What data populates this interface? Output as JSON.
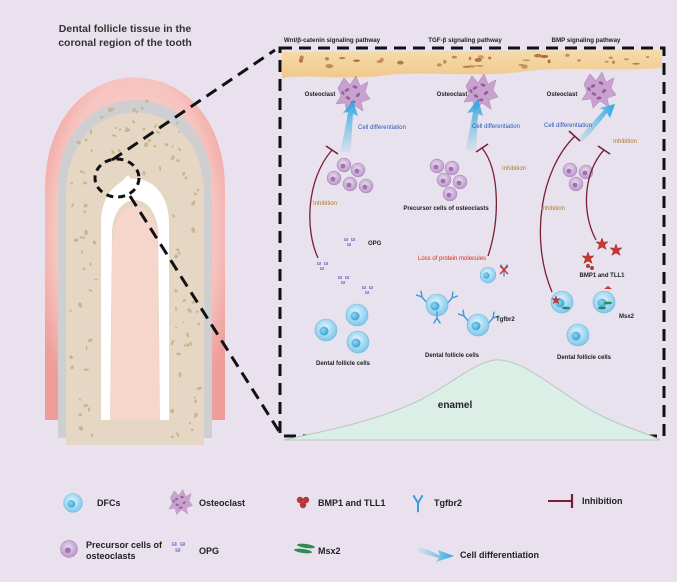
{
  "figure": {
    "tooth_title": [
      "Dental follicle tissue in the",
      "coronal region of the tooth"
    ],
    "pathways": {
      "wnt": {
        "title": "Wnt/β-catenin signaling pathway",
        "osteoclast": "Osteoclast",
        "cell_differentiation": "Cell differentiation",
        "inhibition": "Inhibition",
        "opg": "OPG",
        "dental_follicle_cells": "Dental follicle cells"
      },
      "tgf": {
        "title": "TGF-β signaling pathway",
        "osteoclast": "Osteoclast",
        "cell_differentiation": "Cell differentiation",
        "inhibition": "Inhibition",
        "precursor": "Precursor cells of osteoclasts",
        "loss": "Loss of protein molecules",
        "tgfbr2": "Tgfbr2",
        "dental_follicle_cells": "Dental follicle cells"
      },
      "bmp": {
        "title": "BMP signaling pathway",
        "osteoclast": "Osteoclast",
        "cell_differentiation": "Cell differentiation",
        "inhibition_top": "Inhibition",
        "inhibition_left": "Inhibition",
        "bmp1": "BMP1 and TLL1",
        "msx2": "Msx2",
        "dental_follicle_cells": "Dental follicle cells"
      }
    },
    "enamel": "enamel"
  },
  "legend": {
    "dfcs": "DFCs",
    "osteoclast": "Osteoclast",
    "bmp1": "BMP1 and TLL1",
    "tgfbr2": "Tgfbr2",
    "inhibition": "Inhibition",
    "precursor": [
      "Precursor cells of",
      "osteoclasts"
    ],
    "opg": "OPG",
    "msx2": "Msx2",
    "cell_differentiation": "Cell differentiation"
  },
  "colors": {
    "background": "#e9e1ee",
    "bone": "#f3d6a6",
    "dfc": "#a9daf2",
    "osteoclast": "#c9a1cf",
    "precursor": "#cdb0d8",
    "opg": "#9a8fd0",
    "bmp": "#b23a3a",
    "inhibition": "#7a1f33",
    "differentiation": "#4ab8e0",
    "enamel": "#dcefe6",
    "gum": "#f3b0a8"
  }
}
